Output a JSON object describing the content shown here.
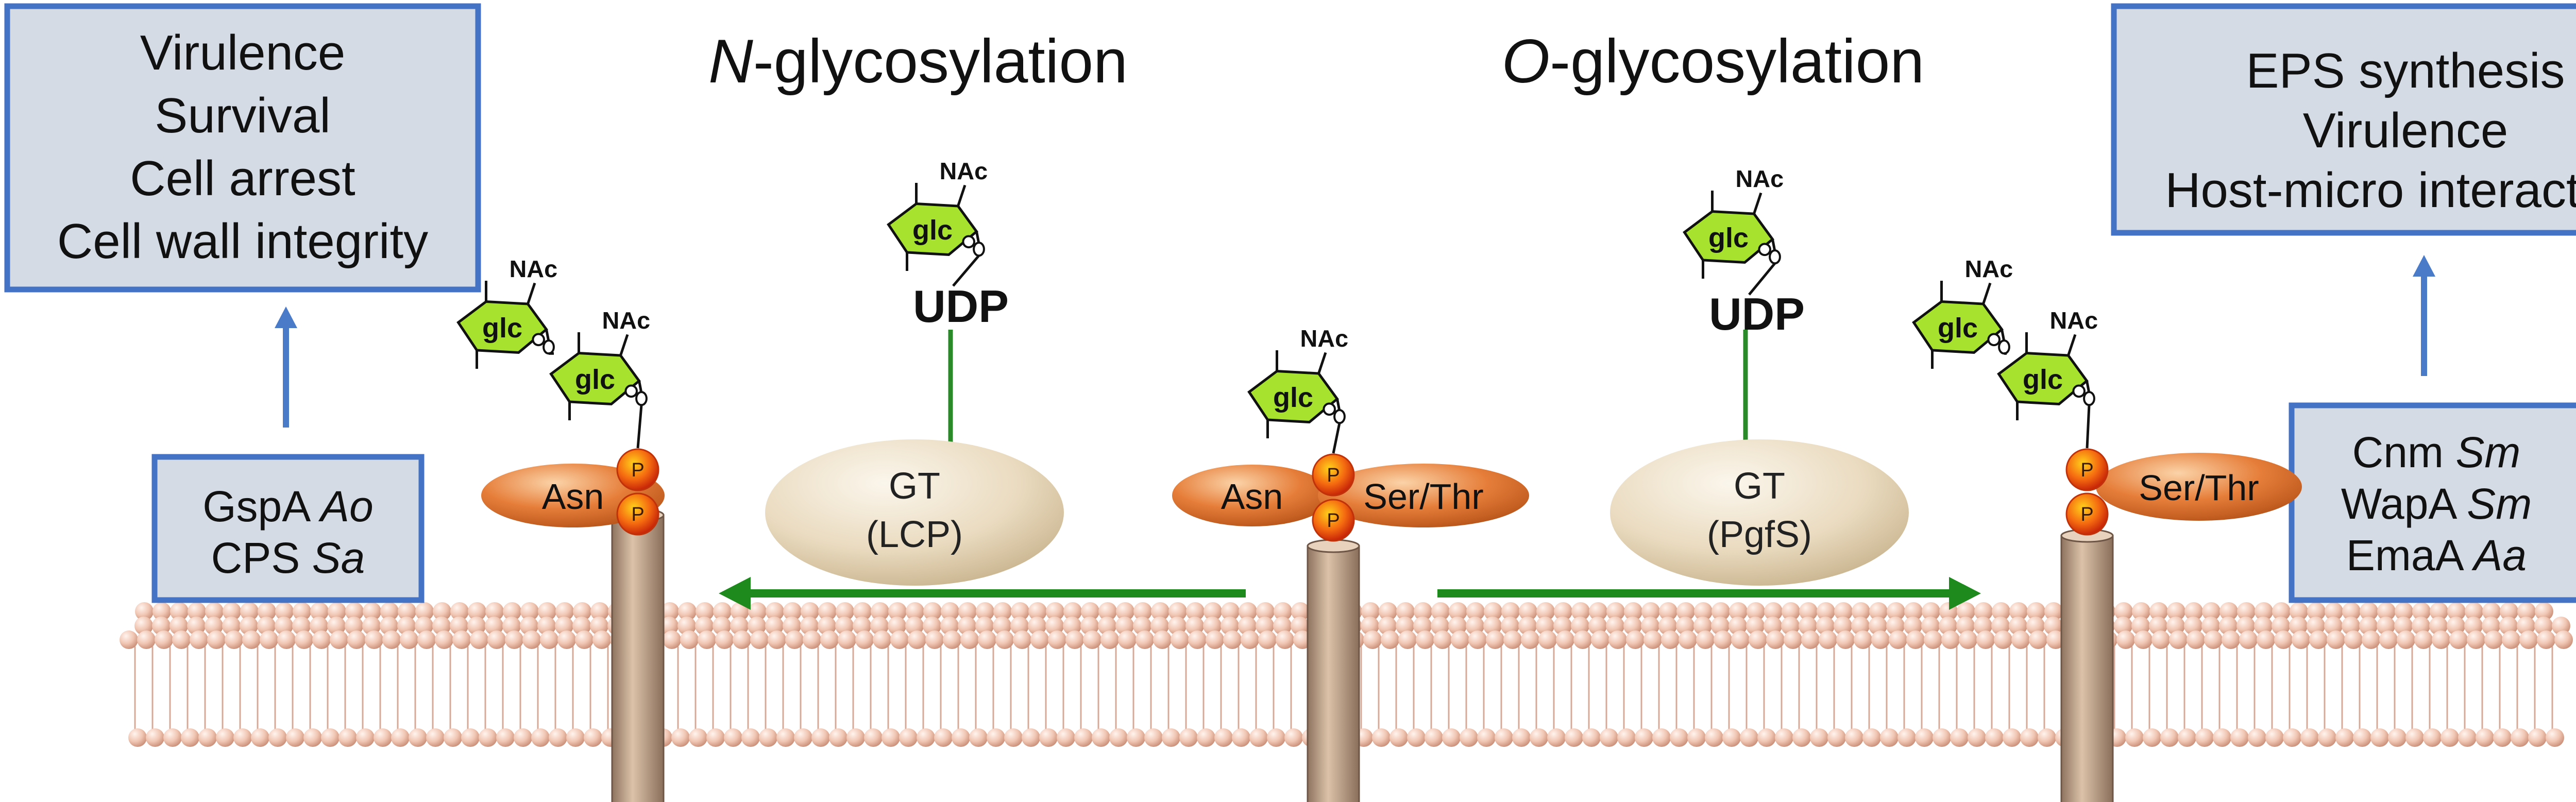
{
  "headings": {
    "n_italic": "N",
    "n_rest": "-glycosylation",
    "o_italic": "O",
    "o_rest": "-glycosylation"
  },
  "boxes": {
    "top_left": [
      "Virulence",
      "Survival",
      "Cell arrest",
      "Cell wall integrity"
    ],
    "top_right": [
      "EPS synthesis",
      "Virulence",
      "Host-micro interaction"
    ],
    "bottom_left": [
      {
        "name": "GspA",
        "species": "Ao"
      },
      {
        "name": "CPS",
        "species": "Sa"
      }
    ],
    "bottom_right": [
      {
        "name": "Cnm",
        "species": "Sm"
      },
      {
        "name": "WapA",
        "species": "Sm"
      },
      {
        "name": "EmaA",
        "species": "Aa"
      }
    ]
  },
  "sugar": {
    "ring_label": "glc",
    "substituent": "NAc"
  },
  "donor_label": "UDP",
  "phosphate_label": "P",
  "residues": {
    "asn": "Asn",
    "ser_thr": "Ser/Thr"
  },
  "enzymes": {
    "left": {
      "line1": "GT",
      "line2": "(LCP)"
    },
    "right": {
      "line1": "GT",
      "line2": "(PgfS)"
    }
  },
  "colors": {
    "box_fill": "#d5dbe4",
    "box_border": "#4472c4",
    "arrow_blue": "#4a7bc8",
    "arrow_green": "#1e8a1e",
    "sugar_fill": "#a6e22e",
    "enzyme_fill": "#eadbc0",
    "residue_fill": "#e67e3a",
    "phosphate_fill": "#e8250a",
    "membrane_head": "#f0c6b3",
    "stalk_fill": "#c8a88c"
  }
}
